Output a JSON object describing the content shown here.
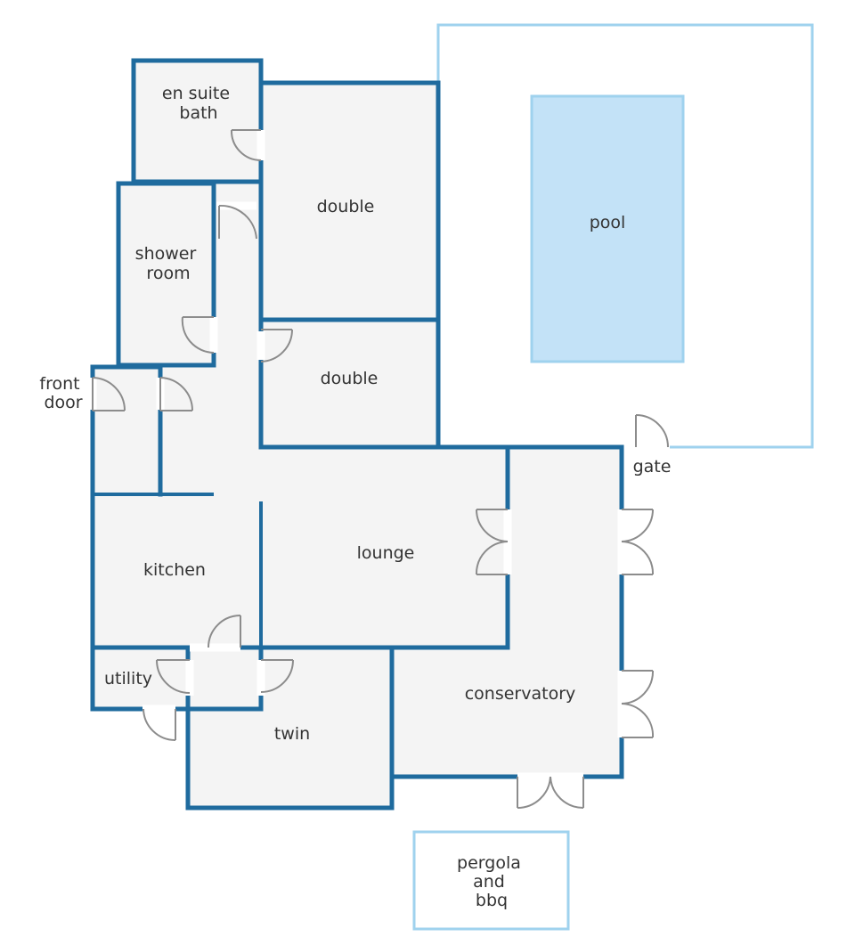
{
  "colors": {
    "wall": "#1f6b9e",
    "floor": "#f4f4f4",
    "outdoor_outline": "#9fd2ee",
    "pool": "#c3e2f7",
    "door": "#8c8c8c",
    "text": "#333333"
  },
  "rooms": {
    "en_suite_bath": [
      "en suite",
      "bath"
    ],
    "double_1": "double",
    "shower_room": [
      "shower",
      "room"
    ],
    "double_2": "double",
    "front_door": [
      "front",
      "door"
    ],
    "kitchen": "kitchen",
    "lounge": "lounge",
    "utility": "utility",
    "twin": "twin",
    "conservatory": "conservatory"
  },
  "outdoor": {
    "pool": "pool",
    "gate": "gate",
    "pergola": [
      "pergola",
      "and",
      "bbq"
    ]
  }
}
